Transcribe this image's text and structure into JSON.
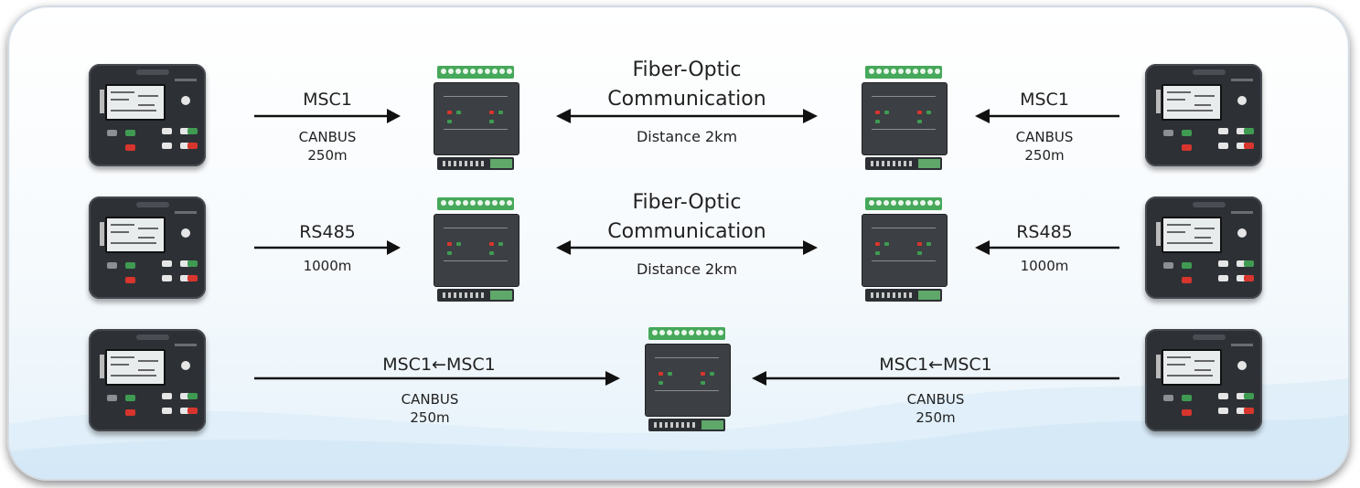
{
  "rows": [
    {
      "left": {
        "protocol": "MSC1",
        "bus": "CANBUS",
        "distance": "250m"
      },
      "center": {
        "title_line1": "Fiber-Optic",
        "title_line2": "Communication",
        "distance": "Distance 2km"
      },
      "right": {
        "protocol": "MSC1",
        "bus": "CANBUS",
        "distance": "250m"
      }
    },
    {
      "left": {
        "protocol": "RS485",
        "distance": "1000m"
      },
      "center": {
        "title_line1": "Fiber-Optic",
        "title_line2": "Communication",
        "distance": "Distance 2km"
      },
      "right": {
        "protocol": "RS485",
        "distance": "1000m"
      }
    },
    {
      "left": {
        "protocol": "MSC1←MSC1",
        "bus": "CANBUS",
        "distance": "250m"
      },
      "right": {
        "protocol": "MSC1←MSC1",
        "bus": "CANBUS",
        "distance": "250m"
      }
    }
  ],
  "colors": {
    "arrow": "#111111",
    "module_green": "#46a85a",
    "controller_body": "#2d3136"
  }
}
